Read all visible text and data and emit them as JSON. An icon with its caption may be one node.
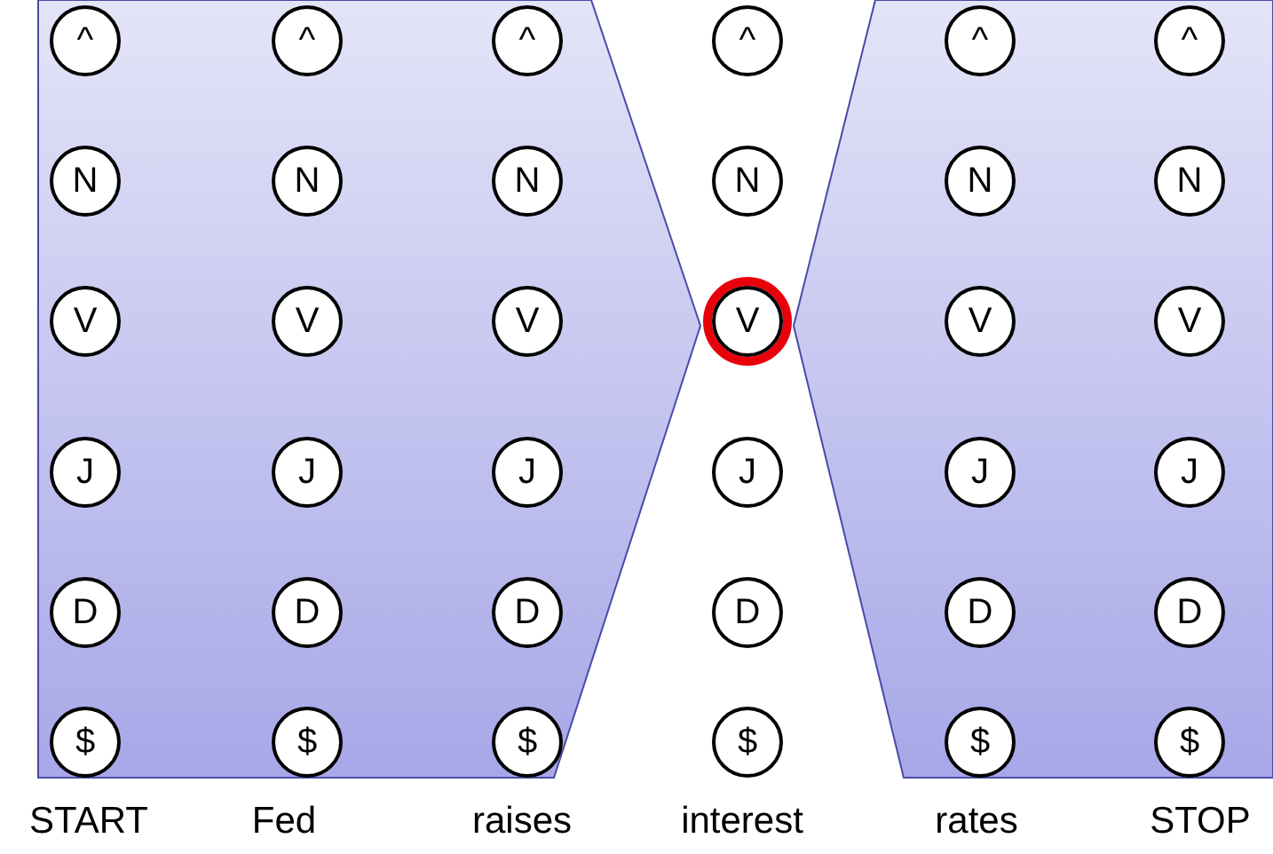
{
  "diagram": {
    "nodes": [
      {
        "text": [
          "^"
        ]
      },
      {
        "text": [
          "^"
        ]
      },
      {
        "text": [
          "^"
        ]
      },
      {
        "text": [
          "^"
        ]
      },
      {
        "text": [
          "^"
        ]
      },
      {
        "text": [
          "^"
        ]
      },
      {
        "text": [
          "N"
        ]
      },
      {
        "text": [
          "N"
        ]
      },
      {
        "text": [
          "N"
        ]
      },
      {
        "text": [
          "N"
        ]
      },
      {
        "text": [
          "N"
        ]
      },
      {
        "text": [
          "N"
        ]
      },
      {
        "text": [
          "V"
        ]
      },
      {
        "text": [
          "V"
        ]
      },
      {
        "text": [
          "V"
        ]
      },
      {
        "text": [],
        "shape": "circle"
      },
      {
        "text": [
          "V"
        ],
        "in": 15
      },
      {
        "text": [
          "V"
        ]
      },
      {
        "text": [
          "V"
        ]
      },
      {
        "text": [
          "J"
        ]
      },
      {
        "text": [
          "J"
        ]
      },
      {
        "text": [
          "J"
        ]
      },
      {
        "text": [
          "J"
        ]
      },
      {
        "text": [
          "J"
        ]
      },
      {
        "text": [
          "J"
        ]
      },
      {
        "text": [
          "D"
        ]
      },
      {
        "text": [
          "D"
        ]
      },
      {
        "text": [
          "D"
        ]
      },
      {
        "text": [
          "D"
        ]
      },
      {
        "text": [
          "D"
        ]
      },
      {
        "text": [
          "D"
        ]
      },
      {
        "text": [
          "$"
        ]
      },
      {
        "text": [
          "$"
        ]
      },
      {
        "text": [
          "$"
        ]
      },
      {
        "text": [
          "$"
        ]
      },
      {
        "text": [
          "$"
        ]
      },
      {
        "text": [
          "$"
        ]
      }
    ],
    "labels": [
      "START",
      "Fed",
      "raises",
      "interest",
      "rates",
      "STOP"
    ]
  }
}
